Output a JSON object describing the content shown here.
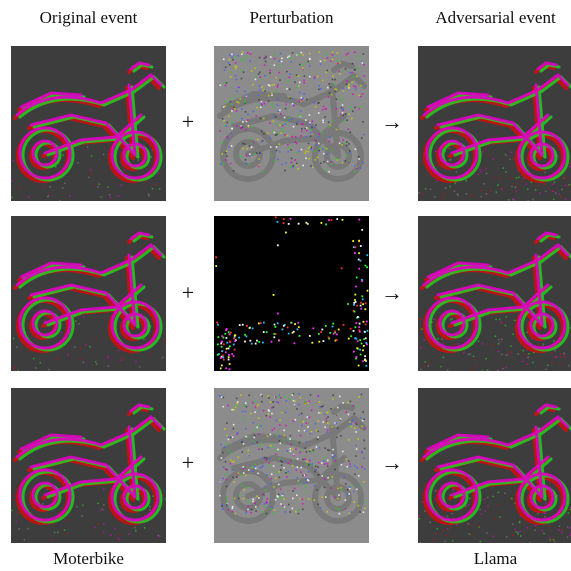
{
  "headers": {
    "col1": "Original event",
    "col2": "Perturbation",
    "col3": "Adversarial event"
  },
  "footers": {
    "left": "Moterbike",
    "right": "Llama"
  },
  "operators": {
    "plus": "+",
    "arrow": "→"
  },
  "rows": [
    {
      "perturbation_style": "dense-gray"
    },
    {
      "perturbation_style": "sparse-black"
    },
    {
      "perturbation_style": "dense-gray"
    }
  ],
  "colors": {
    "event_background": "#3d3d3d",
    "perturbation_gray": "#8c8c8c",
    "perturbation_black": "#000000",
    "magenta": "#e000c8",
    "green": "#20d020",
    "red": "#c81010"
  }
}
